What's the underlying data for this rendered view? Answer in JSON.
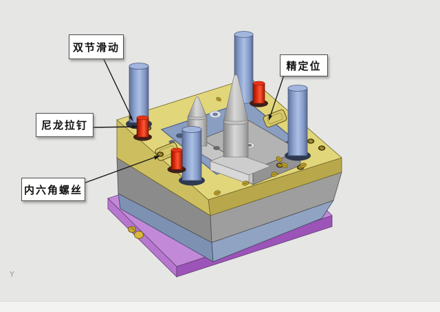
{
  "scene": {
    "background": "#e6e6e4",
    "footer_strip_color": "#f3f3f1",
    "axis_label": "Y"
  },
  "callouts": [
    {
      "id": "double-slide",
      "text": "双节滑动"
    },
    {
      "id": "precise-locating",
      "text": "精定位"
    },
    {
      "id": "nylon-pull-pin",
      "text": "尼龙拉钉"
    },
    {
      "id": "hex-socket-screw",
      "text": "内六角螺丝"
    }
  ],
  "palette": {
    "base_plate_purple": "#c389d9",
    "spacer_plate_blue_gray": "#90a3c2",
    "support_plate_gray": "#9e9e9e",
    "mold_plate_yellow": "#e2d67b",
    "cavity_blue": "#8a9ec2",
    "core_block_gray": "#b3b3b3",
    "guide_pillar_blue": "#8ca2cf",
    "pull_pin_red": "#d52a10",
    "brass": "#c9a830",
    "label_box": "#ffffff",
    "leader_line": "#1a1a1a"
  }
}
